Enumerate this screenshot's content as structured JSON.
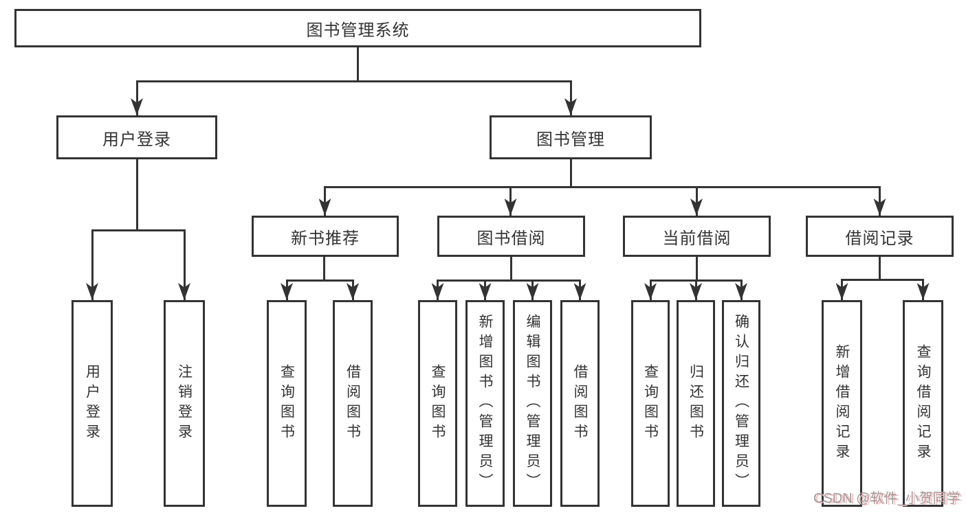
{
  "colors": {
    "line": "#333333",
    "text": "#333333",
    "bg": "#ffffff",
    "wm": "#9c9c9c",
    "wm_shadow": "#ffb8b8"
  },
  "tree": {
    "root": {
      "label": "图书管理系统"
    },
    "level2": [
      {
        "label": "用户登录",
        "children": [
          {
            "label": "用户登录"
          },
          {
            "label": "注销登录"
          }
        ]
      },
      {
        "label": "图书管理",
        "children": [
          {
            "label": "新书推荐",
            "children": [
              {
                "label": "查询图书"
              },
              {
                "label": "借阅图书"
              }
            ]
          },
          {
            "label": "图书借阅",
            "children": [
              {
                "label": "查询图书"
              },
              {
                "label": "新增图书（管理员）"
              },
              {
                "label": "编辑图书（管理员）"
              },
              {
                "label": "借阅图书"
              }
            ]
          },
          {
            "label": "当前借阅",
            "children": [
              {
                "label": "查询图书"
              },
              {
                "label": "归还图书"
              },
              {
                "label": "确认归还（管理员）"
              }
            ]
          },
          {
            "label": "借阅记录",
            "children": [
              {
                "label": "新增借阅记录"
              },
              {
                "label": "查询借阅记录"
              }
            ]
          }
        ]
      }
    ]
  },
  "watermark": {
    "text": "CSDN @软件_小贺同学"
  }
}
